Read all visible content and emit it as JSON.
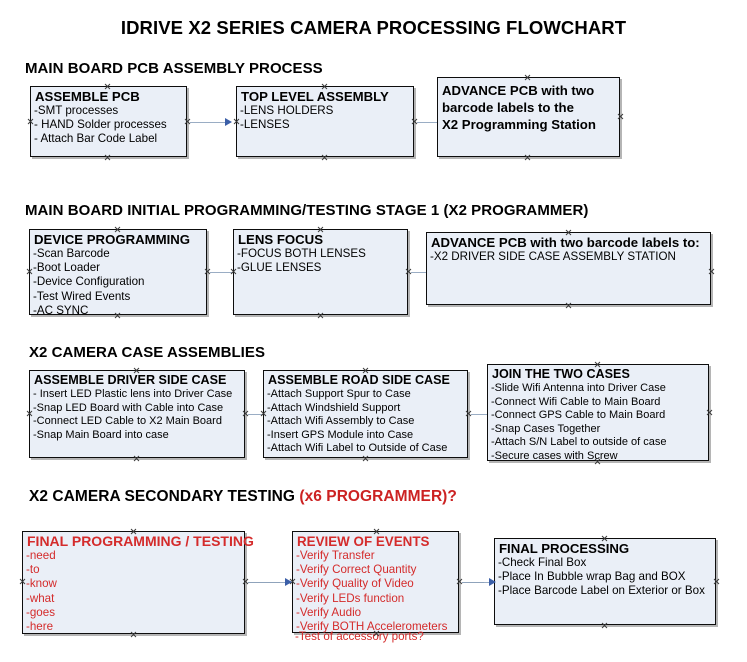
{
  "document": {
    "title": "IDRIVE X2  SERIES CAMERA PROCESSING FLOWCHART"
  },
  "sections": [
    {
      "id": "main-board-pcb-assembly",
      "heading": "MAIN BOARD PCB ASSEMBLY PROCESS",
      "heading_accent": "",
      "boxes": [
        {
          "id": "assemble-pcb",
          "header": "ASSEMBLE PCB",
          "items": [
            "-SMT processes",
            "- HAND Solder processes",
            "- Attach Bar Code Label"
          ]
        },
        {
          "id": "top-level-assembly",
          "header": "TOP LEVEL ASSEMBLY",
          "items": [
            "-LENS HOLDERS",
            "-LENSES"
          ]
        },
        {
          "id": "advance-pcb-programming-station",
          "header": "ADVANCE PCB with two",
          "header_line2": "barcode labels to the",
          "header_line3": " X2 Programming Station",
          "items": []
        }
      ]
    },
    {
      "id": "main-board-initial-programming",
      "heading": "MAIN BOARD INITIAL PROGRAMMING/TESTING STAGE 1 (X2 PROGRAMMER)",
      "heading_accent": "",
      "boxes": [
        {
          "id": "device-programming",
          "header": "DEVICE PROGRAMMING",
          "items": [
            "-Scan Barcode",
            "-Boot Loader",
            "-Device Configuration",
            "-Test Wired Events",
            "-AC SYNC"
          ]
        },
        {
          "id": "lens-focus",
          "header": "LENS FOCUS",
          "items": [
            "-FOCUS BOTH LENSES",
            "-GLUE LENSES"
          ]
        },
        {
          "id": "advance-pcb-driver-side-case",
          "header": "ADVANCE PCB with two barcode labels to:",
          "items": [
            "-X2 DRIVER  SIDE  CASE  ASSEMBLY STATION"
          ]
        }
      ]
    },
    {
      "id": "x2-camera-case-assemblies",
      "heading": "X2 CAMERA CASE ASSEMBLIES",
      "heading_accent": "",
      "boxes": [
        {
          "id": "assemble-driver-side-case",
          "header": "ASSEMBLE DRIVER SIDE CASE",
          "items": [
            "- Insert LED Plastic lens into Driver Case",
            "-Snap LED Board with Cable into Case",
            "-Connect LED Cable to X2 Main Board",
            "-Snap Main Board into case"
          ]
        },
        {
          "id": "assemble-road-side-case",
          "header": "ASSEMBLE ROAD SIDE CASE",
          "items": [
            "-Attach Support Spur to Case",
            "-Attach Windshield Support",
            "-Attach Wifi Assembly to Case",
            "-Insert GPS Module into Case",
            "-Attach Wifi Label to Outside of Case"
          ]
        },
        {
          "id": "join-the-two-cases",
          "header": "JOIN THE TWO CASES",
          "items": [
            "-Slide Wifi Antenna into Driver Case",
            "-Connect Wifi Cable to Main Board",
            "-Connect GPS Cable to Main Board",
            "-Snap Cases Together",
            "-Attach S/N Label to outside of case",
            "-Secure cases with Screw"
          ]
        }
      ]
    },
    {
      "id": "x2-camera-secondary-testing",
      "heading": "X2 CAMERA SECONDARY TESTING ",
      "heading_accent": "(x6 PROGRAMMER)?",
      "boxes": [
        {
          "id": "final-programming-testing",
          "header": "FINAL PROGRAMMING / TESTING",
          "items": [
            "-need",
            "-to",
            "-know",
            "-what",
            "-goes",
            "-here"
          ]
        },
        {
          "id": "review-of-events",
          "header": "REVIEW OF EVENTS",
          "items": [
            "-Verify Transfer",
            "-Verify Correct Quantity",
            "-Verify Quality of Video",
            "-Verify LEDs function",
            "-Verify Audio",
            "-Verify BOTH Accelerometers"
          ],
          "overflow_item": "-Test of accessory ports?"
        },
        {
          "id": "final-processing",
          "header": "FINAL PROCESSING",
          "items": [
            "-Check Final Box",
            "-Place In Bubble wrap Bag and BOX",
            "-Place Barcode Label on Exterior or Box"
          ]
        }
      ]
    }
  ],
  "colors": {
    "box_fill": "#eaeff7",
    "box_border": "#0d0d0d",
    "connector_line": "#9aadc4",
    "arrow_head": "#3b5fa8",
    "accent_red": "#d42b2b",
    "text": "#000000"
  }
}
